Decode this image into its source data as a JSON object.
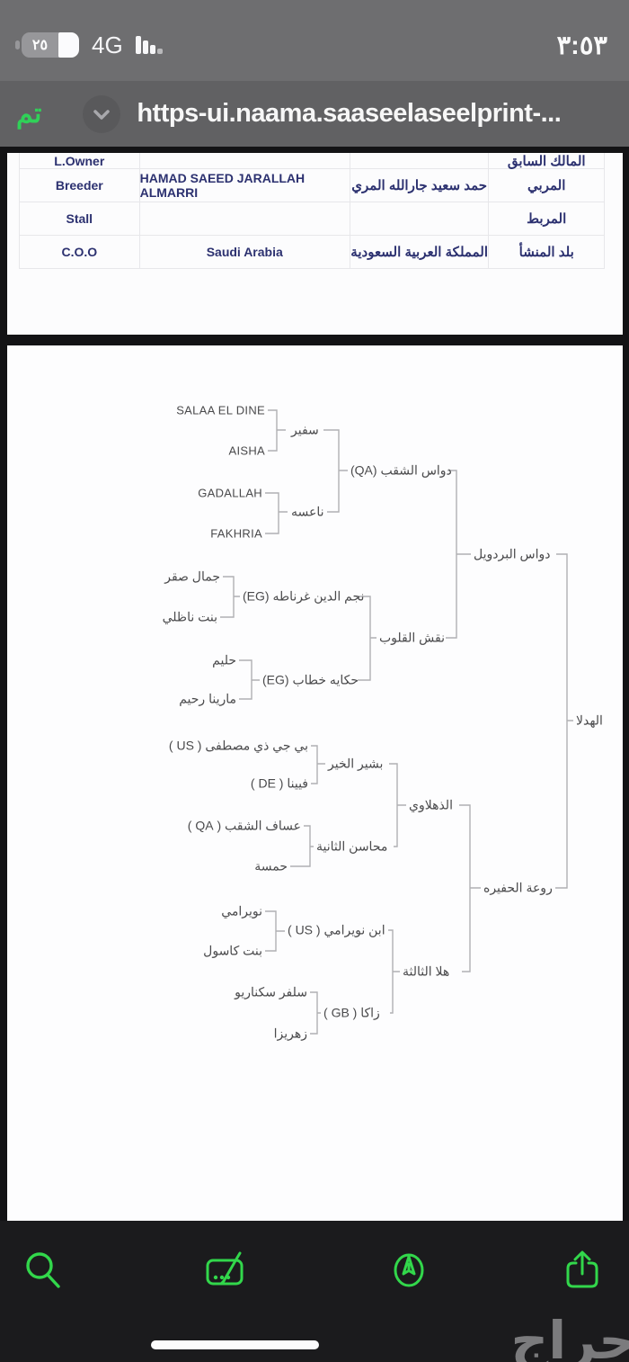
{
  "status_bar": {
    "battery_percent": "٢٥",
    "network": "4G",
    "time": "٣:٥٣"
  },
  "url_bar": {
    "done_label": "تم",
    "url": "https-ui.naama.saaseelaseelprint-..."
  },
  "info_table": {
    "rows": [
      {
        "en_label": "L.Owner",
        "en_value": "",
        "ar_value": "",
        "ar_label": "المالك السابق"
      },
      {
        "en_label": "Breeder",
        "en_value": "HAMAD SAEED JARALLAH ALMARRI",
        "ar_value": "حمد سعيد جارالله المري",
        "ar_label": "المربي"
      },
      {
        "en_label": "Stall",
        "en_value": "",
        "ar_value": "",
        "ar_label": "المربط"
      },
      {
        "en_label": "C.O.O",
        "en_value": "Saudi Arabia",
        "ar_value": "المملكة العربية السعودية",
        "ar_label": "بلد المنشأ"
      }
    ]
  },
  "pedigree": {
    "nodes": {
      "root": "الهدلا",
      "s": "دواس البردويل",
      "d": "روعة الحفيره",
      "ss": "دواس الشقب (QA)",
      "sd": "نقش القلوب",
      "ds": "الذهلاوي",
      "dd": "هلا الثالثة",
      "sss": "سفير",
      "ssd": "ناعسه",
      "sds": "نجم الدين غرناطه (EG)",
      "sdd": "حكايه خطاب (EG)",
      "dss": "بشير الخير",
      "dsd": "محاسن الثانية",
      "dds": "ابن نويرامي ( US )",
      "ddd": "زاكا ( GB )",
      "ssss": "SALAA EL DINE",
      "sssd": "AISHA",
      "ssds": "GADALLAH",
      "ssdd": "FAKHRIA",
      "sdss": "جمال صقر",
      "sdsd": "بنت ناظلي",
      "sdds": "حليم",
      "sddd": "مارينا رحيم",
      "dsss": "بي جي ذي مصطفى ( US )",
      "dssd": "فيينا ( DE )",
      "dsds": "عساف الشقب ( QA )",
      "dsdd": "حمسة",
      "ddss": "نويرامي",
      "ddsd": "بنت كاسول",
      "ddds": "سلفر سكناريو",
      "dddd": "زهريزا"
    }
  },
  "toolbar": {
    "icons": [
      "search",
      "markup",
      "pen",
      "share"
    ]
  },
  "watermark": "حراج"
}
